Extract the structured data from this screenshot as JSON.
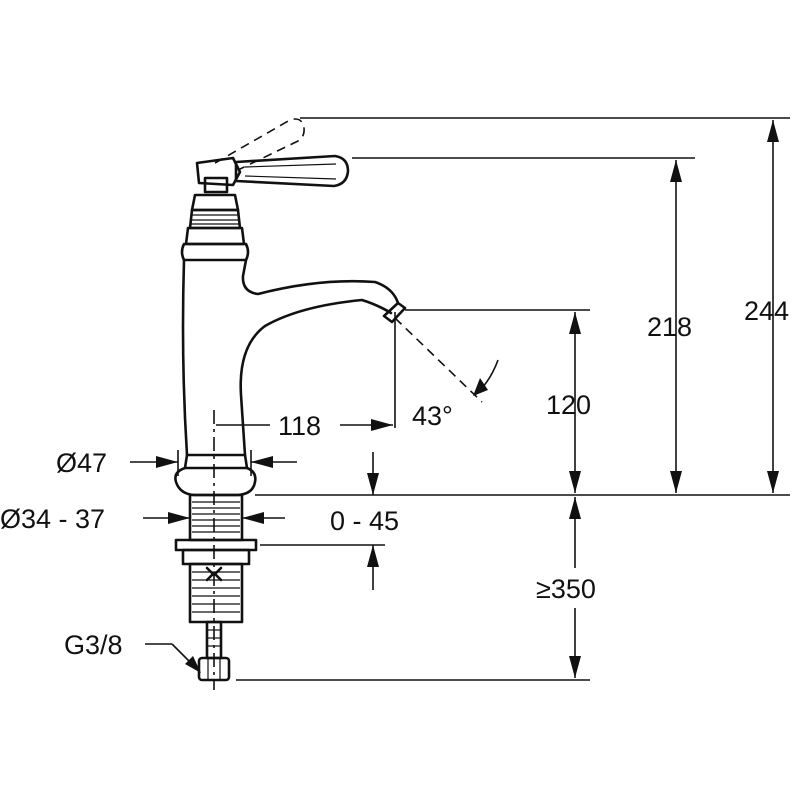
{
  "dimensions": {
    "height_total": "244",
    "height_handle": "218",
    "height_spout": "120",
    "spout_reach": "118",
    "spray_angle": "43°",
    "body_diameter": "Ø47",
    "hole_diameter": "Ø34 - 37",
    "deck_thickness": "0 - 45",
    "hose_length": "≥350",
    "connection_thread": "G3/8"
  }
}
